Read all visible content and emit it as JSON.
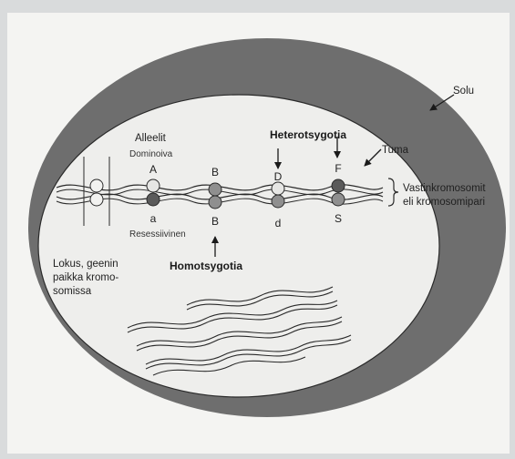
{
  "labels": {
    "cell": "Solu",
    "nucleus": "Tuma",
    "homologous_line1": "Vastinkromosomit",
    "homologous_line2": "eli kromosomipari",
    "alleles": "Alleelit",
    "dominant": "Dominoiva",
    "recessive": "Resessiivinen",
    "heterozygosity": "Heterotsygotia",
    "homozygosity": "Homotsygotia",
    "locus_lines": [
      "Lokus, geenin",
      "paikka kromo-",
      "somissa"
    ]
  },
  "alleles_top": [
    "A",
    "B",
    "D",
    "F"
  ],
  "alleles_bottom": [
    "a",
    "B",
    "d",
    "S"
  ],
  "colors": {
    "page_background": "#d9dbdc",
    "cell_frame": "#f4f4f2",
    "cell_cytoplasm": "#6e6e6e",
    "nucleus_fill": "#eeeeec",
    "outline": "#2a2a2a",
    "allele_light": "#e6e6e4",
    "allele_mid": "#8f8f8f",
    "allele_dark": "#5a5a5a"
  }
}
